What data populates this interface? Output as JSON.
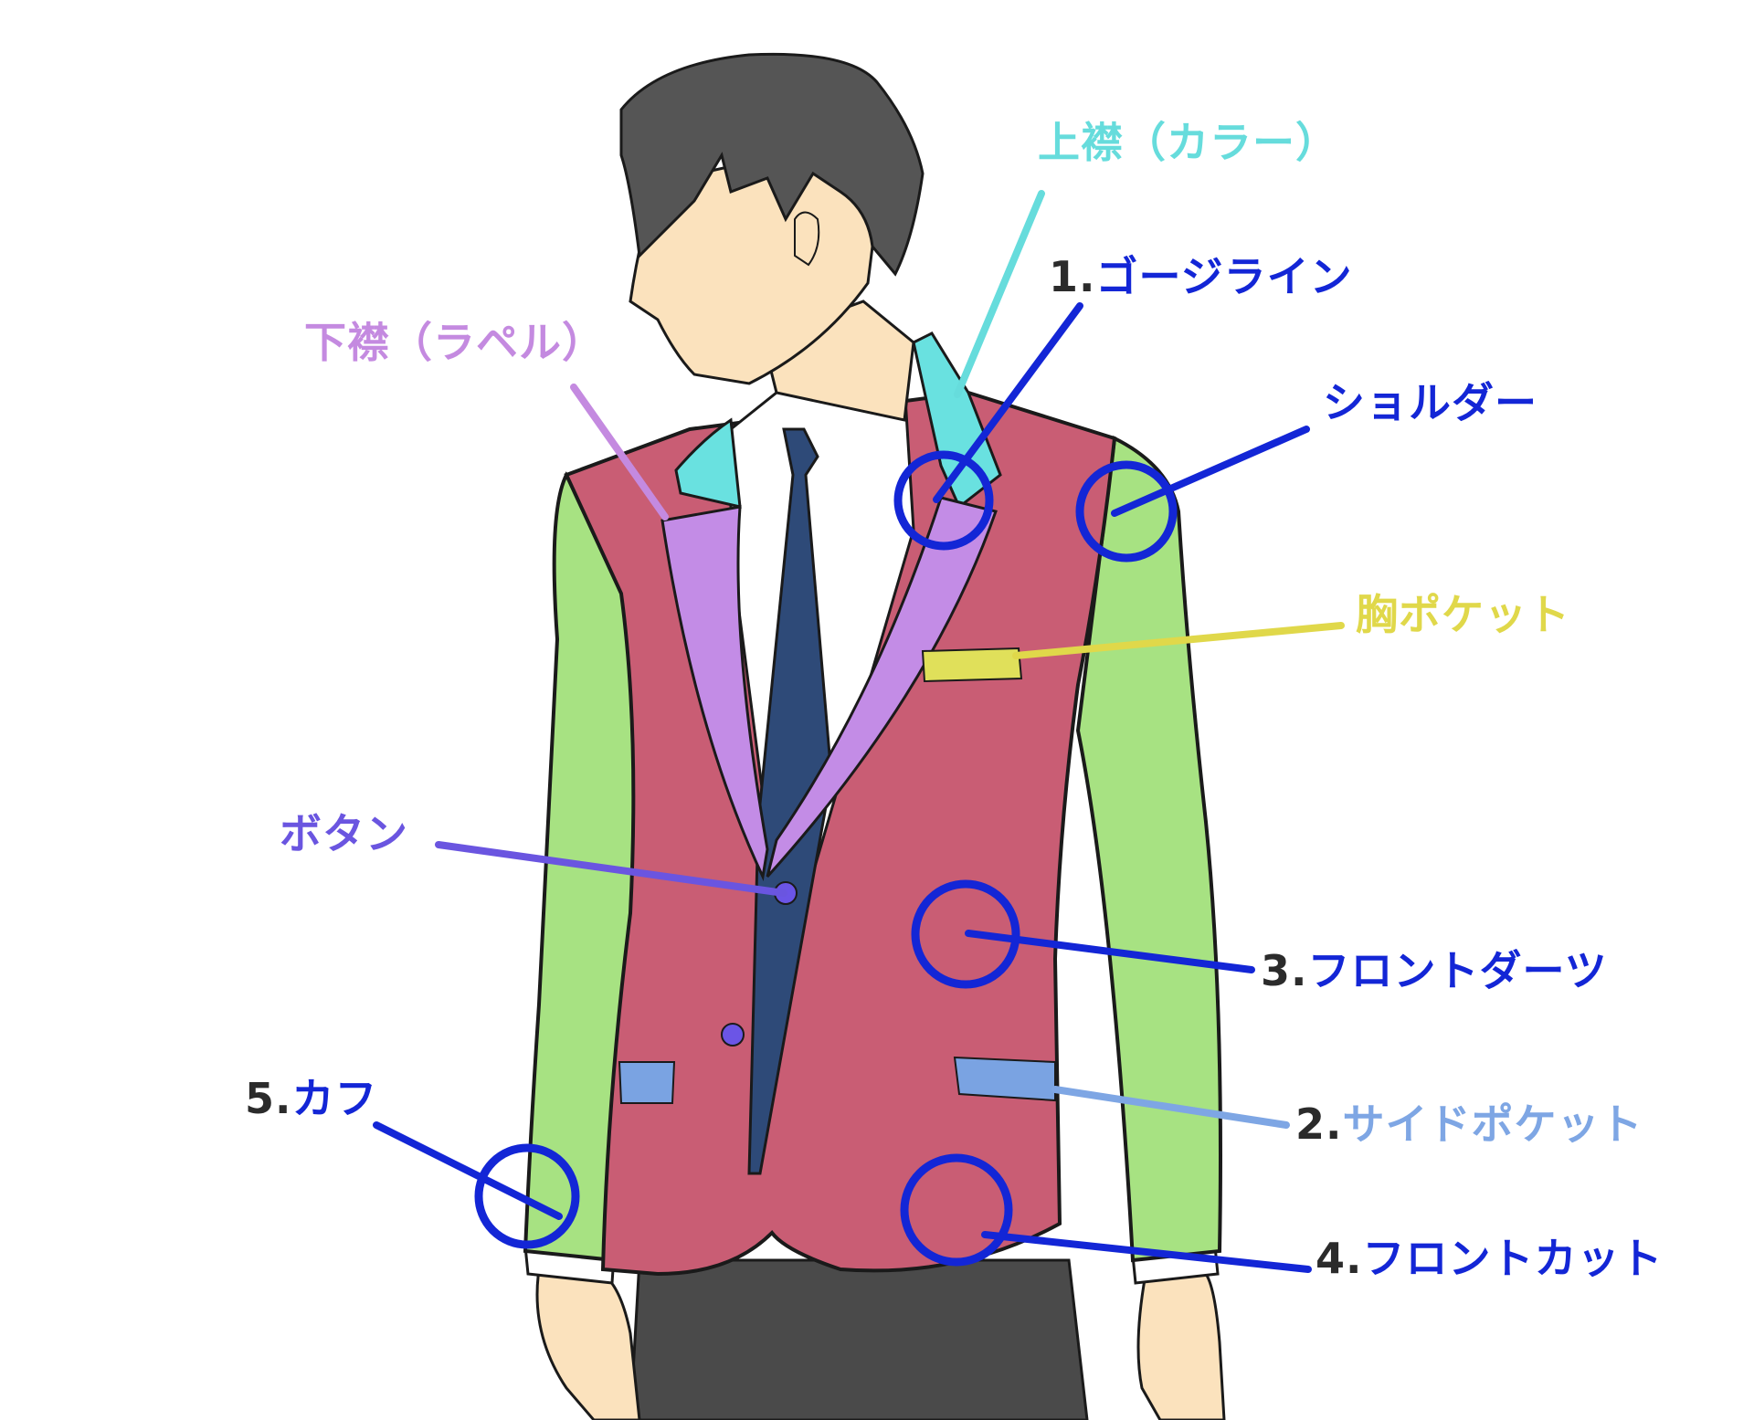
{
  "colors": {
    "jacket_body": "#c95d74",
    "lapel": "#c38ce6",
    "collar": "#69e1e0",
    "sleeve": "#a7e282",
    "chest_pocket": "#e0e05a",
    "side_pocket": "#7aa3e2",
    "button": "#6b55e6",
    "tie": "#2e4a78",
    "hair": "#555555",
    "skin": "#fbe2bd",
    "trousers": "#4a4a4a",
    "outline": "#1a1a1a",
    "annotation_blue": "#1326d6",
    "number_gray": "#2b2b2b"
  },
  "labels": {
    "collar": {
      "text": "上襟（カラー）",
      "color": "#66dcdc"
    },
    "lapel": {
      "text": "下襟（ラペル）",
      "color": "#c48ae0"
    },
    "gorge_line": {
      "number": "1.",
      "text": "ゴージライン",
      "color": "#1326d6"
    },
    "shoulder": {
      "text": "ショルダー",
      "color": "#1326d6"
    },
    "chest_pocket": {
      "text": "胸ポケット",
      "color": "#e0d84a"
    },
    "button": {
      "text": "ボタン",
      "color": "#6a55e0"
    },
    "front_darts": {
      "number": "3.",
      "text": "フロントダーツ",
      "color": "#1326d6"
    },
    "side_pocket": {
      "number": "2.",
      "text": "サイドポケット",
      "color": "#7ea6e4"
    },
    "cuff": {
      "number": "5.",
      "text": "カフ",
      "color": "#1326d6"
    },
    "front_cut": {
      "number": "4.",
      "text": "フロントカット",
      "color": "#1326d6"
    }
  }
}
